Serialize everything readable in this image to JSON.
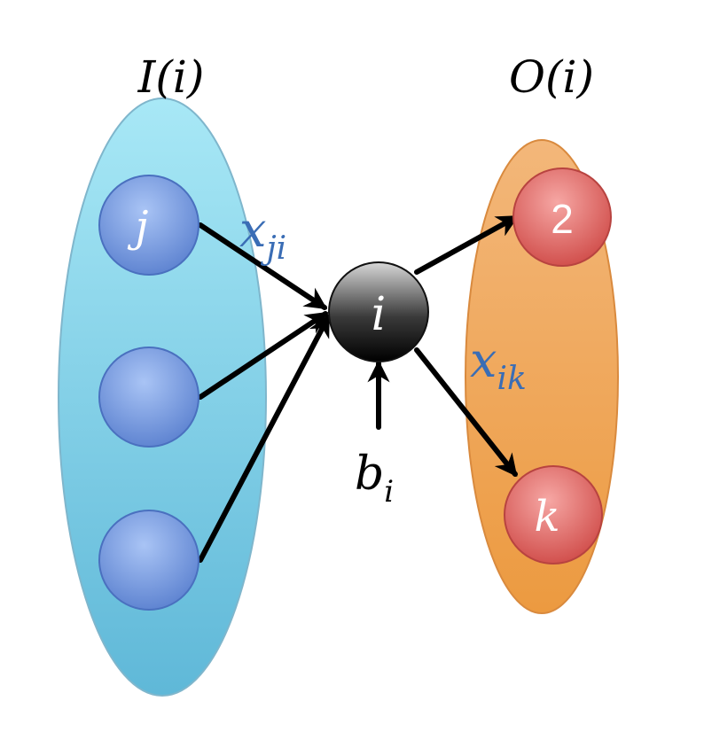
{
  "labels": {
    "input_set": "I(i)",
    "output_set": "O(i)",
    "center_node": "i",
    "input_node_j": "j",
    "output_node_2": "2",
    "output_node_k": "k",
    "edge_in_weight": {
      "base": "x",
      "sub": "ji"
    },
    "edge_out_weight": {
      "base": "x",
      "sub": "ik"
    },
    "bias": {
      "base": "b",
      "sub": "i"
    }
  },
  "colors": {
    "input_set_fill": "#7fd0e6",
    "output_set_fill": "#f0a24f",
    "input_node": "#6b93dd",
    "output_node": "#d9534f",
    "center_node": "#2a2a2a",
    "weight_text": "#3a6db5",
    "edge": "#000000"
  },
  "icons": {
    "edge_head": "arrowhead"
  }
}
